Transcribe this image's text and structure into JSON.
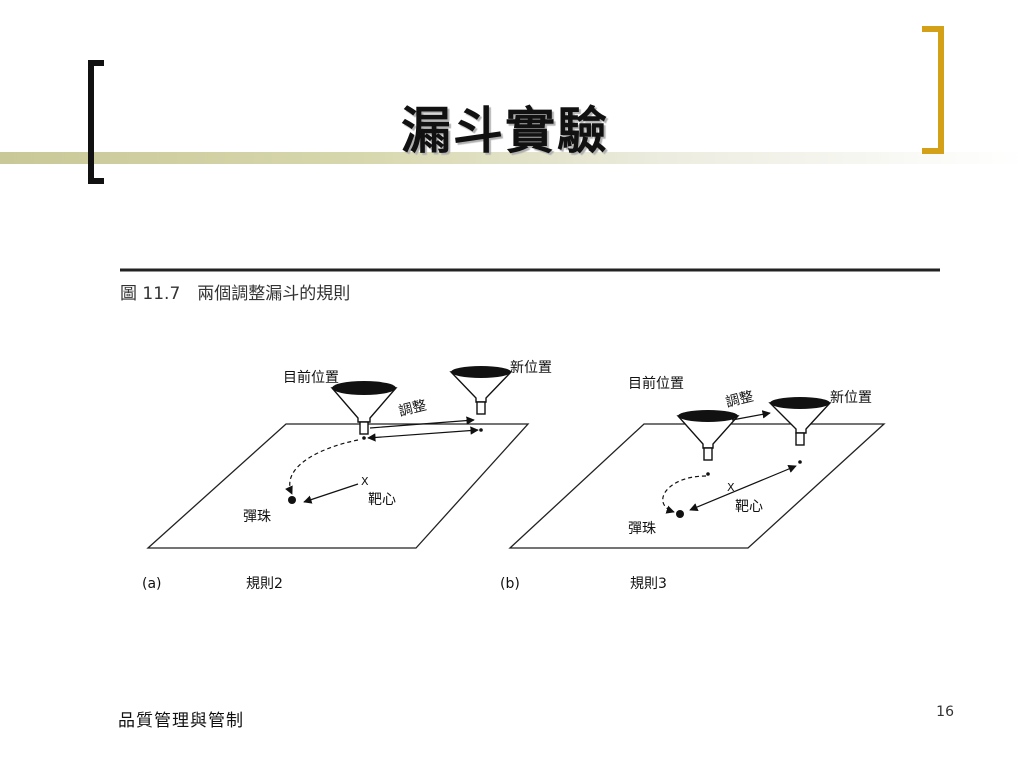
{
  "slide": {
    "title": "漏斗實驗",
    "footer": "品質管理與管制",
    "page_number": "16"
  },
  "figure": {
    "caption": "圖 11.7　兩個調整漏斗的規則",
    "panel_a": {
      "tag": "(a)",
      "rule": "規則2",
      "current_position": "目前位置",
      "new_position": "新位置",
      "adjust": "調整",
      "target_mark": "X",
      "target": "靶心",
      "marble": "彈珠"
    },
    "panel_b": {
      "tag": "(b)",
      "rule": "規則3",
      "current_position": "目前位置",
      "new_position": "新位置",
      "adjust": "調整",
      "target_mark": "X",
      "target": "靶心",
      "marble": "彈珠"
    }
  },
  "colors": {
    "accent_bracket": "#d4a017",
    "title_bar": "#c8c898",
    "ink": "#111111"
  }
}
